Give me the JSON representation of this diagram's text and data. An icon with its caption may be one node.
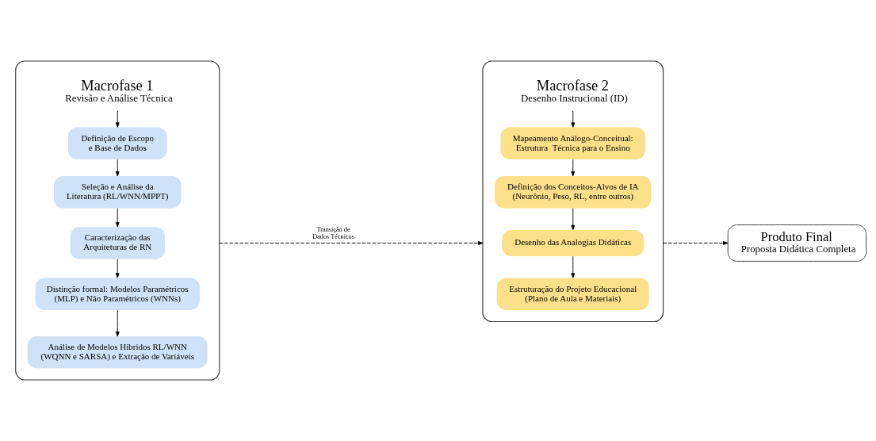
{
  "diagram": {
    "nodes": [
      {
        "text": [
          "Macrofase 1",
          "Revisão e Análise Técnica"
        ]
      },
      {
        "text": [
          "Definição de Escopo e Base de Dados"
        ],
        "in": 0
      },
      {
        "text": [
          "Seleção e Análise da Literatura (RL/WNN/MPPT)"
        ],
        "in": 0
      },
      {
        "text": [
          "Caracterização das Arquiteturas de RN"
        ],
        "in": 0
      },
      {
        "text": [
          "Distinção formal: Modelos Paramétricos (MLP) e Não Paramétricos (WNNs)"
        ],
        "in": 0
      },
      {
        "text": [
          "Análise de Modelos Híbridos RL/WNN (WQNN e SARSA) e Extração de Variáveis"
        ],
        "in": 0
      },
      {
        "text": [
          "Macrofase 2",
          "Desenho Instrucional (ID)"
        ]
      },
      {
        "text": [
          "Mapeamento Análogo-Conceitual: Estrutura  Técnica para o Ensino"
        ],
        "in": 6
      },
      {
        "text": [
          "Definição dos Conceitos-Alvos de IA (Neurônio, Peso, RL, entre outros)"
        ],
        "in": 6
      },
      {
        "text": [
          "Desenho das Analogias Didáticas"
        ],
        "in": 6
      },
      {
        "text": [
          "Estruturação do Projeto Educacional (Plano de Aula e Materiais)"
        ],
        "in": 6
      },
      {
        "text": [
          "Produto Final",
          "Proposta Didática Completa"
        ]
      }
    ],
    "edges": [
      {
        "from": 0,
        "to": 1,
        "arrow": "to"
      },
      {
        "from": 1,
        "to": 2,
        "arrow": "to"
      },
      {
        "from": 2,
        "to": 3,
        "arrow": "to"
      },
      {
        "from": 3,
        "to": 4,
        "arrow": "to"
      },
      {
        "from": 4,
        "to": 5,
        "arrow": "to"
      },
      {
        "from": 0,
        "to": 6,
        "arrow": "to",
        "label": "Transição de Dados Técnicos",
        "style": "dashed"
      },
      {
        "from": 6,
        "to": 7,
        "arrow": "to"
      },
      {
        "from": 7,
        "to": 8,
        "arrow": "to"
      },
      {
        "from": 8,
        "to": 9,
        "arrow": "to"
      },
      {
        "from": 9,
        "to": 10,
        "arrow": "to"
      },
      {
        "from": 6,
        "to": 11,
        "arrow": "to",
        "style": "dashed"
      }
    ]
  }
}
